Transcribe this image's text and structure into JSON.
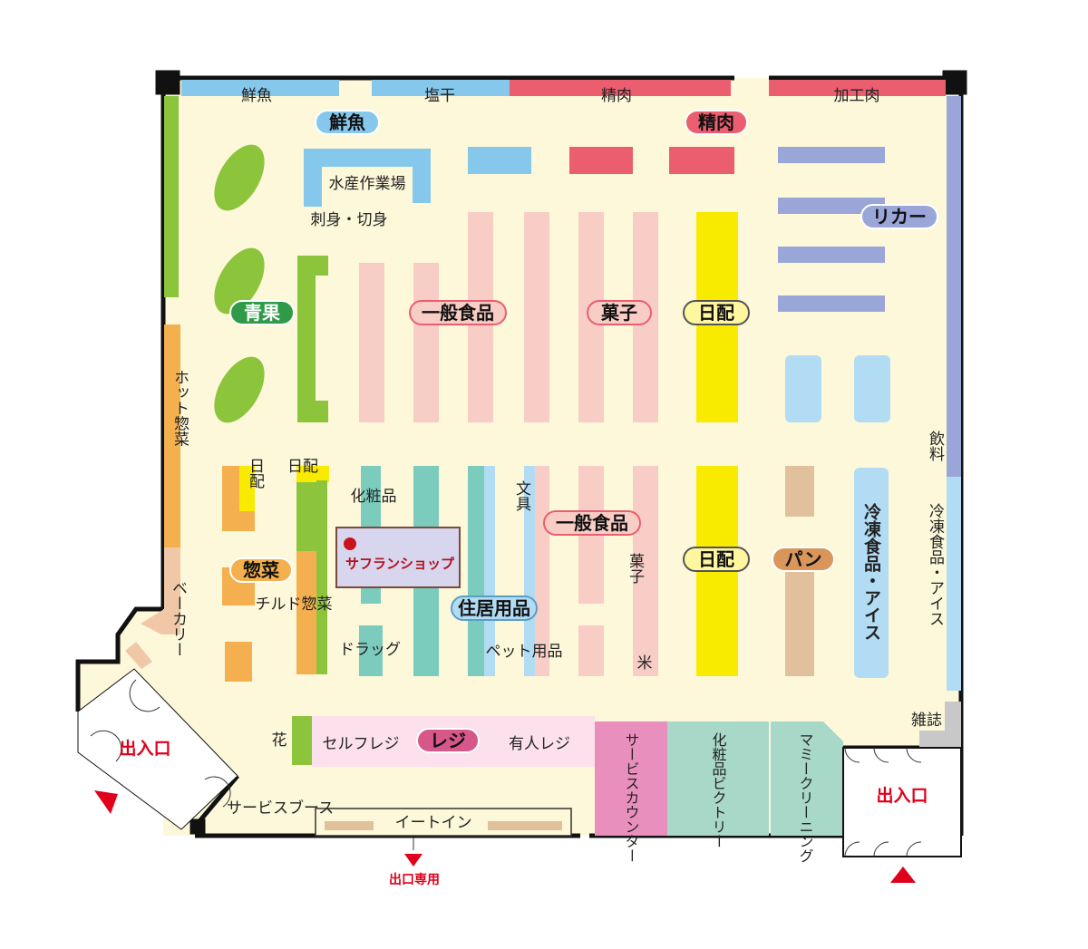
{
  "colors": {
    "floor": "#fdf8da",
    "wall": "#111111",
    "blue_shelf": "#86c8ec",
    "red_shelf": "#ea5e70",
    "pink_shelf": "#f8cdc6",
    "green_shelf": "#8cc43c",
    "yellow_shelf": "#f8eb00",
    "lavender_shelf": "#9aa6d8",
    "orange_shelf": "#f4b04e",
    "teal_shelf": "#7cccbe",
    "tan_shelf": "#e1c09c",
    "lightblue_shelf": "#b2dcf4",
    "exit_red": "#e0001b"
  },
  "wall_sections": {
    "fresh_fish": "鮮魚",
    "salted_dried": "塩干",
    "meat": "精肉",
    "processed_meat": "加工肉",
    "hot_deli": "ホット惣菜",
    "bakery": "ベーカリー",
    "drinks": "飲料",
    "frozen_right": "冷凍食品・アイス",
    "magazines": "雑誌"
  },
  "zones": {
    "fish": "鮮魚",
    "meat": "精肉",
    "liquor": "リカー",
    "produce": "青果",
    "grocery_upper": "一般食品",
    "snacks_upper": "菓子",
    "daily_upper": "日配",
    "daily_lower": "日配",
    "bread": "パン",
    "deli": "惣菜",
    "grocery_lower": "一般食品",
    "household": "住居用品",
    "register": "レジ"
  },
  "labels": {
    "seafood_workshop": "水産作業場",
    "sashimi": "刺身・切身",
    "daily_small_a": "日配",
    "daily_small_b": "日配",
    "cosmetics": "化粧品",
    "stationery": "文具",
    "snacks_lower": "菓子",
    "chilled_deli": "チルド惣菜",
    "drugs": "ドラッグ",
    "pet_supplies": "ペット用品",
    "rice": "米",
    "frozen_center": "冷凍食品・アイス",
    "flowers": "花",
    "self_checkout": "セルフレジ",
    "staffed_checkout": "有人レジ",
    "service_booth": "サービスブース",
    "eat_in": "イートイン",
    "service_counter": "サービスカウンター",
    "cosmetics_victory": "化粧品ビクトリー",
    "mamy_cleaning": "マミークリーニング"
  },
  "shop_sign": {
    "line1": "サフランショップ"
  },
  "entrances": {
    "left": "出入口",
    "right": "出入口",
    "exit_only": "出口専用"
  }
}
